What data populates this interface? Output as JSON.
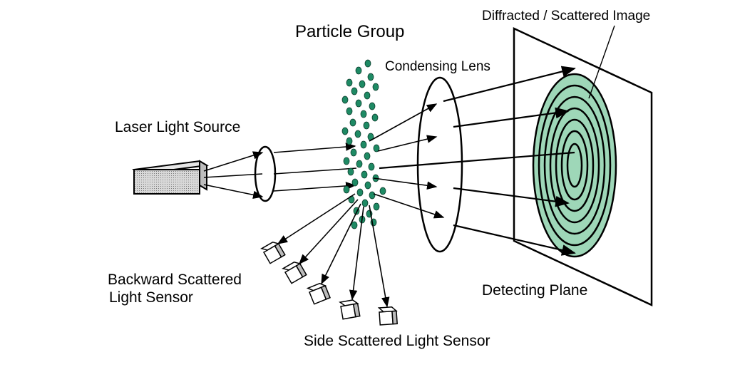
{
  "labels": {
    "particle_group": "Particle Group",
    "diffracted_image": "Diffracted / Scattered Image",
    "condensing_lens": "Condensing Lens",
    "laser_source": "Laser Light Source",
    "backward_sensor_line1": "Backward Scattered",
    "backward_sensor_line2": "Light Sensor",
    "detecting_plane": "Detecting Plane",
    "side_sensor": "Side Scattered Light Sensor"
  },
  "colors": {
    "particle": "#1e8a64",
    "ring_fill": "#9ed7b8",
    "ring_stroke": "#000000",
    "laser_body": "#cfcfcf"
  }
}
